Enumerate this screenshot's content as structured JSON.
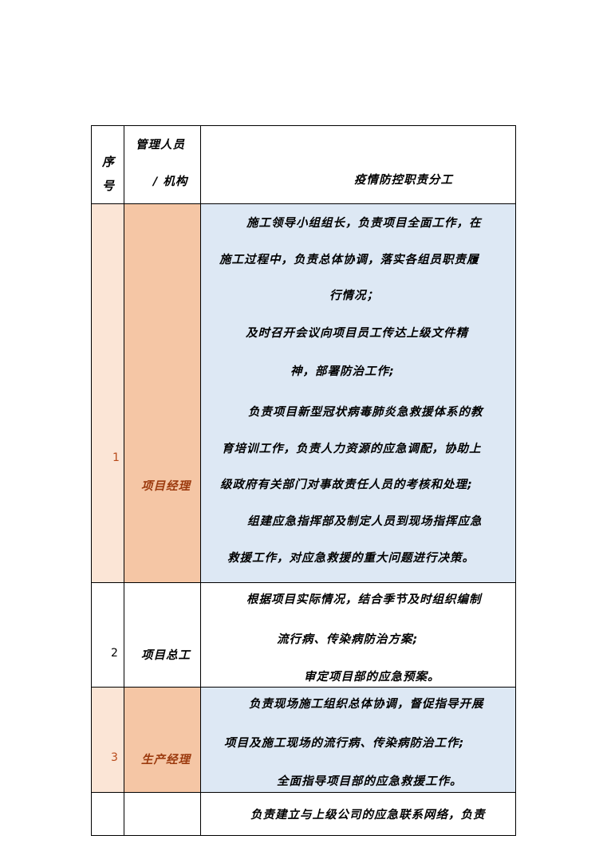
{
  "table": {
    "header": {
      "seq": [
        "序",
        "号"
      ],
      "person": [
        "管理人员",
        "/ 机构"
      ],
      "duty": "疫情防控职责分工"
    },
    "rows": [
      {
        "num": "1",
        "role": "项目经理",
        "lines": [
          "施工领导小组组长，负责项目全面工作，在",
          "施工过程中，负责总体协调，落实各组员职责履",
          "行情况；",
          "及时召开会议向项目员工传达上级文件精",
          "神，部署防治工作;",
          "负责项目新型冠状病毒肺炎急救援体系的教",
          "育培训工作，负责人力资源的应急调配，协助上",
          "级政府有关部门对事故责任人员的考核和处理;",
          "组建应急指挥部及制定人员到现场指挥应急",
          "救援工作，对应急救援的重大问题进行决策。"
        ]
      },
      {
        "num": "2",
        "role": "项目总工",
        "lines": [
          "根据项目实际情况，结合季节及时组织编制",
          "流行病、传染病防治方案;",
          "审定项目部的应急预案。"
        ]
      },
      {
        "num": "3",
        "role": "生产经理",
        "lines": [
          "负责现场施工组织总体协调，督促指导开展",
          "项目及施工现场的流行病、传染病防治工作;",
          "全面指导项目部的应急救援工作。"
        ]
      },
      {
        "num": "",
        "role": "",
        "lines": [
          "负责建立与上级公司的应急联系网络，负责"
        ]
      }
    ]
  }
}
